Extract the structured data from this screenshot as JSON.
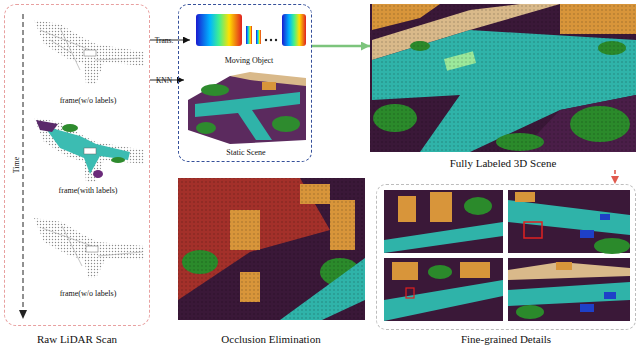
{
  "diagram": {
    "nodes": [
      {
        "text": [
          "Raw LiDAR Scan"
        ]
      },
      {
        "text": [
          "frame(w/o labels)"
        ],
        "in": 0
      },
      {
        "text": [
          "frame(with labels)"
        ],
        "in": 0
      },
      {
        "text": [
          "frame(w/o labels)"
        ],
        "in": 0
      },
      {
        "text": []
      },
      {
        "text": [
          "Moving Object"
        ],
        "in": 4
      },
      {
        "text": [
          "Static Scene"
        ],
        "in": 4
      },
      {
        "text": [
          "Fully Labeled 3D Scene"
        ]
      },
      {
        "text": [
          "Occlusion Elimination"
        ]
      },
      {
        "text": [
          "Fine-grained Details"
        ]
      }
    ],
    "edges": [
      {
        "from": 0,
        "to": 5,
        "arrow": "to",
        "label": "Trans."
      },
      {
        "from": 0,
        "to": 6,
        "arrow": "to",
        "label": "KNN"
      },
      {
        "from": 4,
        "to": 7,
        "arrow": "to"
      },
      {
        "from": 7,
        "to": 9,
        "arrow": "to"
      }
    ],
    "labels": [
      "Time"
    ]
  }
}
